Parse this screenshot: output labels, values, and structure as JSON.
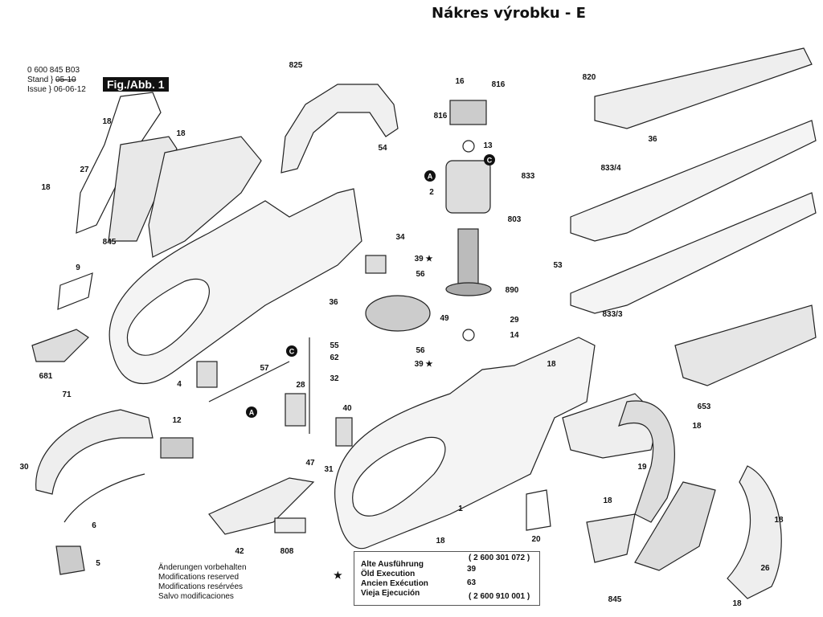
{
  "title": "Nákres výrobku - E",
  "header": {
    "part_number": "0 600 845 B03",
    "stand_label": "Stand",
    "stand_value": "05-10",
    "issue_label": "Issue",
    "issue_value": "06-06-12",
    "figure_label": "Fig./Abb. 1"
  },
  "part_labels": [
    "825",
    "16",
    "816",
    "816",
    "13",
    "C",
    "A",
    "2",
    "820",
    "36",
    "833",
    "833/4",
    "803",
    "34",
    "39 ★",
    "56",
    "890",
    "49",
    "29",
    "14",
    "53",
    "833/3",
    "653",
    "18",
    "27",
    "18",
    "18",
    "845",
    "9",
    "54",
    "36",
    "681",
    "71",
    "55",
    "62",
    "32",
    "C",
    "57",
    "4",
    "28",
    "40",
    "12",
    "A",
    "47",
    "31",
    "39 ★",
    "56",
    "18",
    "18",
    "19",
    "18",
    "18",
    "30",
    "6",
    "5",
    "42",
    "808",
    "1",
    "20",
    "18",
    "26",
    "845",
    "18"
  ],
  "notes": [
    "Änderungen vorbehalten",
    "Modifications reserved",
    "Modifications resérvées",
    "Salvo modificaciones"
  ],
  "legend": {
    "star": "★",
    "lines": [
      "Alte Ausführung",
      "Öld Execution",
      "Ancien Exécution",
      "Vieja Ejecución"
    ],
    "part_old": "( 2 600 301 072 )",
    "part_new": "( 2 600 910 001 )",
    "item_39": "39",
    "item_63": "63"
  }
}
